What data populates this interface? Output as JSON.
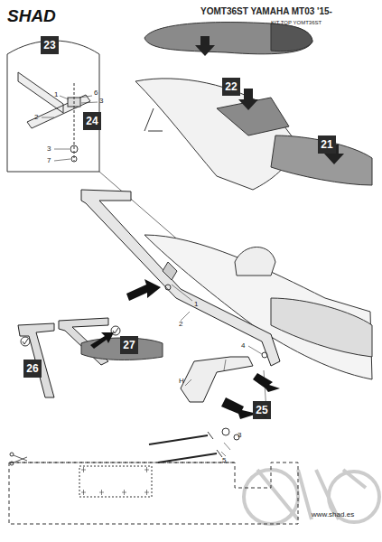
{
  "diagram": {
    "title": "YOMT36ST YAMAHA MT03 '15-",
    "nodes": [
      {
        "text": [
          "23"
        ]
      },
      {
        "text": [
          "22"
        ]
      },
      {
        "text": [
          "24"
        ]
      },
      {
        "text": [
          "21"
        ]
      },
      {
        "text": [
          "27"
        ]
      },
      {
        "text": [
          "26"
        ]
      },
      {
        "text": [
          "25"
        ]
      }
    ],
    "labels": [
      "SHAD",
      "KIT TOP YOMT36ST",
      "1",
      "6",
      "3",
      "2",
      "3",
      "7",
      "1",
      "2",
      "4",
      "4",
      "H",
      "3",
      "5",
      "www.shad.es"
    ]
  }
}
